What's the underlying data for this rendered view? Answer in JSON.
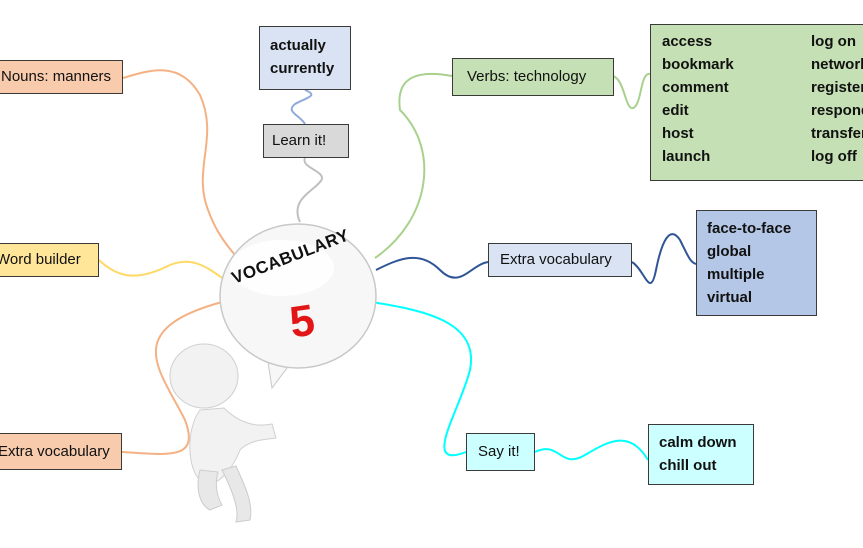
{
  "center": {
    "title": "VOCABULARY",
    "number": "5"
  },
  "nodes": {
    "nouns": {
      "label": "Nouns: manners"
    },
    "word_builder": {
      "label": "Word builder"
    },
    "extra_left": {
      "label": "Extra vocabulary"
    },
    "learn_it": {
      "label": "Learn it!",
      "words": [
        "actually",
        "currently"
      ]
    },
    "verbs": {
      "label": "Verbs: technology",
      "words_col1": [
        "access",
        "bookmark",
        "comment",
        "edit",
        "host",
        "launch"
      ],
      "words_col2": [
        "log on",
        "network",
        "register",
        "respond",
        "transfer",
        "log off"
      ]
    },
    "extra_right": {
      "label": "Extra vocabulary",
      "words": [
        "face-to-face",
        "global",
        "multiple",
        "virtual"
      ]
    },
    "say_it": {
      "label": "Say it!",
      "words": [
        "calm down",
        "chill out"
      ]
    }
  },
  "colors": {
    "nouns": "#f8cbad",
    "word_builder": "#ffe699",
    "extra_left": "#f8cbad",
    "learn_it": "#d9d9d9",
    "learn_words": "#dae3f3",
    "verbs": "#c5e0b4",
    "extra_right": "#dae3f3",
    "extra_words": "#b4c7e7",
    "say_it": "#ccffff",
    "accent_number": "#e21616"
  }
}
